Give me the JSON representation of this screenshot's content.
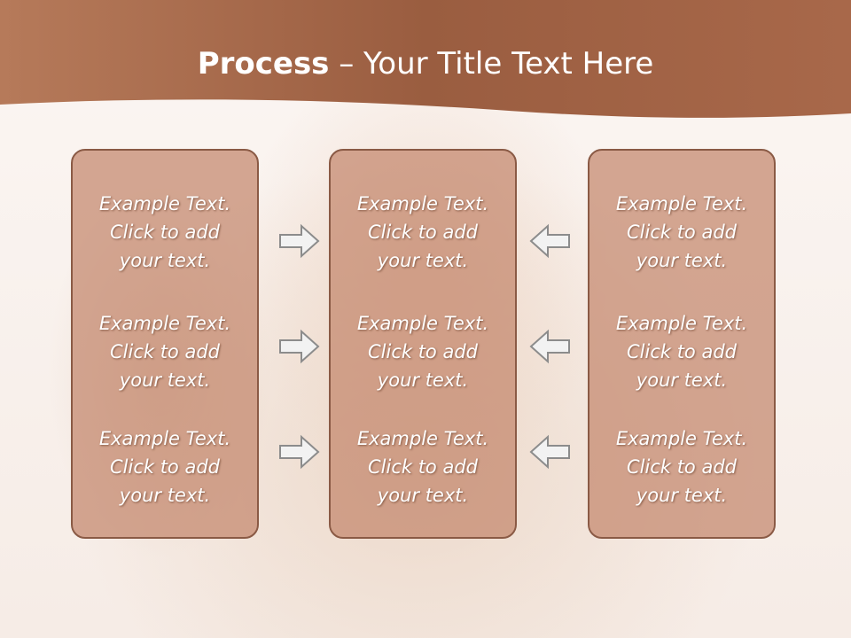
{
  "slide": {
    "title_strong": "Process",
    "title_rest": " – Your Title Text Here"
  },
  "columns": [
    {
      "items": [
        {
          "line1": "Example Text.",
          "line2": "Click  to add",
          "line3": "your text."
        },
        {
          "line1": "Example Text.",
          "line2": "Click  to add",
          "line3": "your text."
        },
        {
          "line1": "Example Text.",
          "line2": "Click  to add",
          "line3": "your text."
        }
      ]
    },
    {
      "items": [
        {
          "line1": "Example Text.",
          "line2": "Click  to add",
          "line3": "your text."
        },
        {
          "line1": "Example Text.",
          "line2": "Click  to add",
          "line3": "your text."
        },
        {
          "line1": "Example Text.",
          "line2": "Click  to add",
          "line3": "your text."
        }
      ]
    },
    {
      "items": [
        {
          "line1": "Example Text.",
          "line2": "Click  to add",
          "line3": "your text."
        },
        {
          "line1": "Example Text.",
          "line2": "Click  to add",
          "line3": "your text."
        },
        {
          "line1": "Example Text.",
          "line2": "Click  to add",
          "line3": "your text."
        }
      ]
    }
  ],
  "arrows": {
    "left_to_center": "right-arrow-icon",
    "right_to_center": "left-arrow-icon"
  },
  "colors": {
    "header": "#a8684a",
    "box_fill": "#c4876c",
    "box_border": "#8a5a45",
    "arrow_fill": "#f2f2f2",
    "arrow_stroke": "#8c8c8c"
  }
}
